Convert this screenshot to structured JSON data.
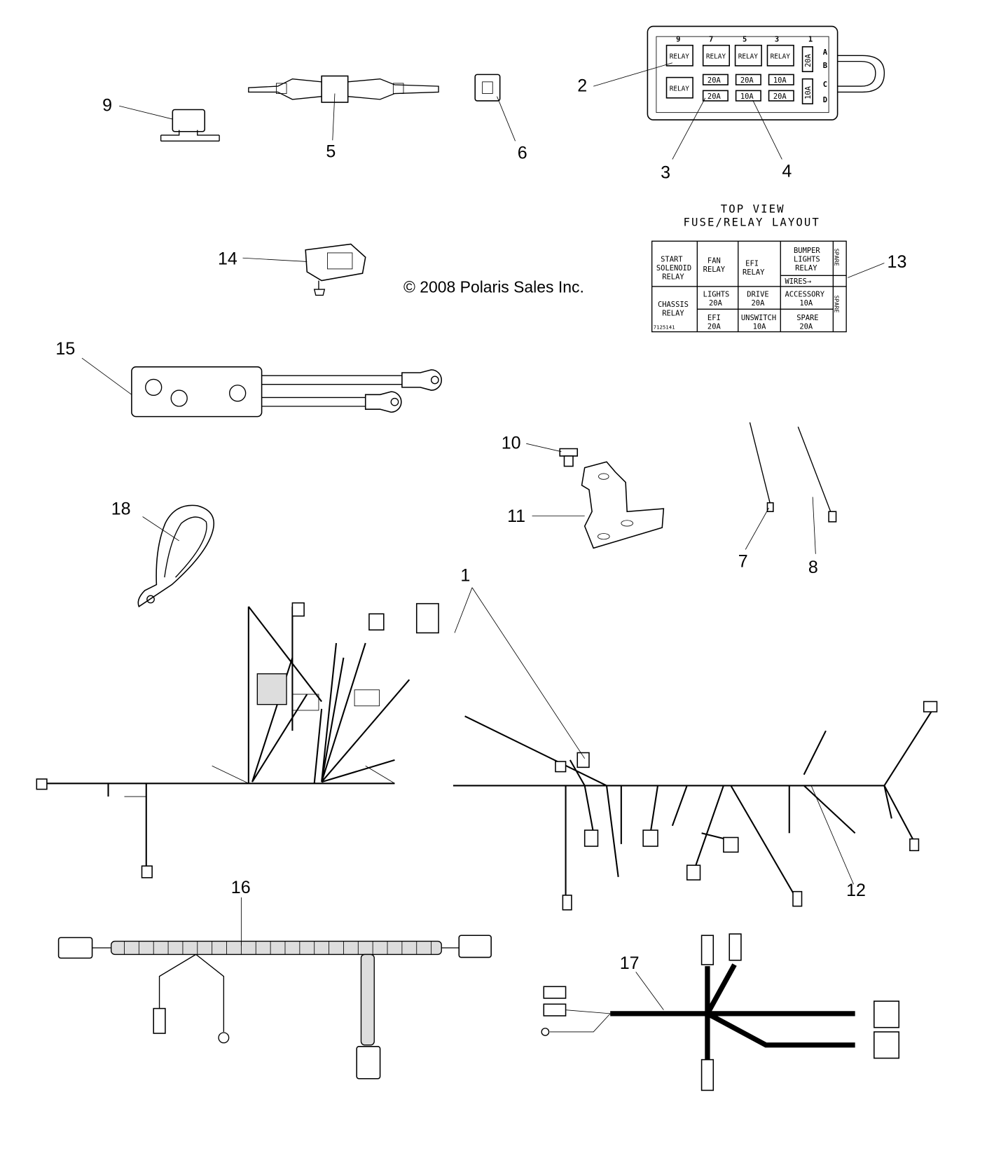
{
  "copyright": "© 2008 Polaris Sales Inc.",
  "callouts": [
    "1",
    "2",
    "3",
    "4",
    "5",
    "6",
    "7",
    "8",
    "9",
    "10",
    "11",
    "12",
    "13",
    "14",
    "15",
    "16",
    "17",
    "18"
  ],
  "fuse_box": {
    "columns": [
      "9",
      "7",
      "5",
      "3",
      "1"
    ],
    "rows": [
      "A",
      "B",
      "C",
      "D"
    ],
    "relays": [
      "RELAY",
      "RELAY",
      "RELAY",
      "RELAY",
      "RELAY"
    ],
    "fuses_row1": [
      "20A",
      "20A",
      "10A"
    ],
    "fuses_row2": [
      "20A",
      "10A",
      "20A"
    ],
    "side_fuses": [
      "20A",
      "10A"
    ]
  },
  "layout_table": {
    "title_line1": "TOP VIEW",
    "title_line2": "FUSE/RELAY LAYOUT",
    "start_solenoid": [
      "START",
      "SOLENOID",
      "RELAY"
    ],
    "fan_relay": [
      "FAN",
      "RELAY"
    ],
    "efi_relay": [
      "EFI",
      "RELAY"
    ],
    "bumper": [
      "BUMPER",
      "LIGHTS",
      "RELAY"
    ],
    "spare_vertical": "SPARE",
    "wires": "WIRES→",
    "chassis": [
      "CHASSIS",
      "RELAY"
    ],
    "part_no": "7125141",
    "lights": [
      "LIGHTS",
      "20A"
    ],
    "drive": [
      "DRIVE",
      "20A"
    ],
    "accessory": [
      "ACCESSORY",
      "10A"
    ],
    "efi": [
      "EFI",
      "20A"
    ],
    "unswitch": [
      "UNSWITCH",
      "10A"
    ],
    "spare": [
      "SPARE",
      "20A"
    ]
  }
}
